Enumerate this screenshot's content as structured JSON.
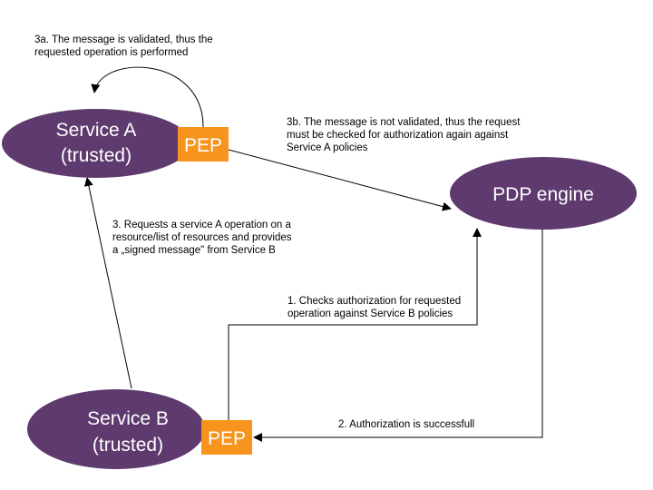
{
  "colors": {
    "node_fill": "#5e3a6e",
    "pep_fill": "#f7941d",
    "node_text": "#ffffff",
    "edge": "#000000",
    "label_text": "#000000",
    "background": "#ffffff"
  },
  "nodes": {
    "service_a": {
      "line1": "Service A",
      "line2": "(trusted)"
    },
    "service_b": {
      "line1": "Service B",
      "line2": "(trusted)"
    },
    "pdp": {
      "label": "PDP engine"
    },
    "pep_a": {
      "label": "PEP"
    },
    "pep_b": {
      "label": "PEP"
    }
  },
  "edges": {
    "step_1": {
      "from": "Service B PEP",
      "to": "PDP engine",
      "line1": "1. Checks authorization for requested",
      "line2": "operation against Service B policies"
    },
    "step_2": {
      "from": "PDP engine",
      "to": "Service B PEP",
      "line1": "2. Authorization is successfull"
    },
    "step_3": {
      "from": "Service B",
      "to": "Service A",
      "line1": "3. Requests a service A operation on a",
      "line2": "resource/list of resources and provides",
      "line3": "a „signed message\" from Service B"
    },
    "step_3a": {
      "from": "Service A PEP",
      "to": "Service A",
      "line1": "3a. The message is validated, thus the",
      "line2": "requested operation is performed"
    },
    "step_3b": {
      "from": "Service A PEP",
      "to": "PDP engine",
      "line1": "3b. The message is not validated, thus the request",
      "line2": "must be checked for authorization again against",
      "line3": "Service A policies"
    }
  }
}
